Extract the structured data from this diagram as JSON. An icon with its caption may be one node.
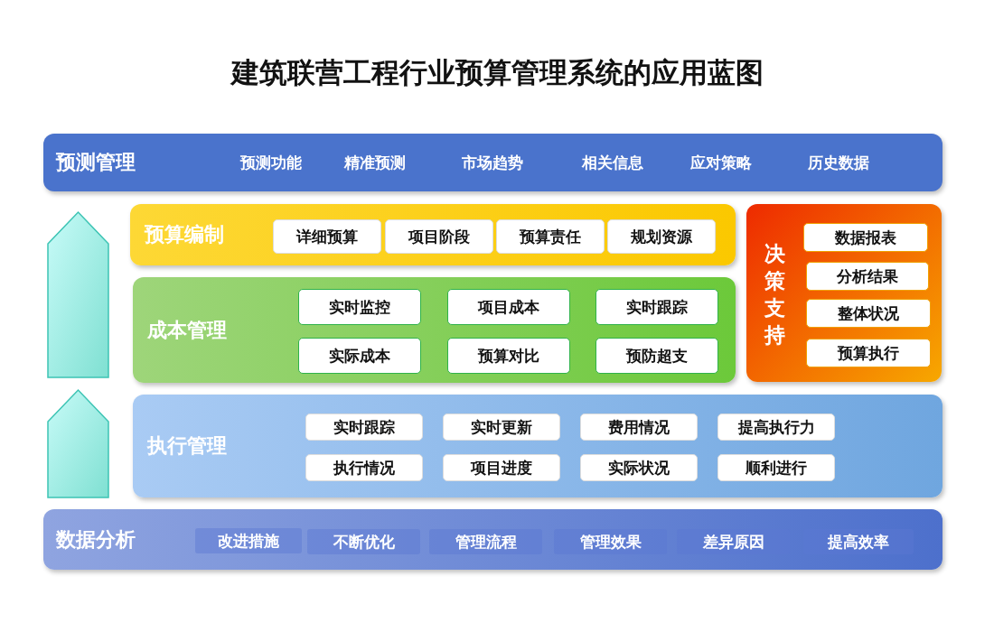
{
  "diagram": {
    "title": "建筑联营工程行业预算管理系统的应用蓝图",
    "nodes": [
      {
        "text": [
          "预测管理",
          "预测功能",
          "精准预测",
          "市场趋势",
          "相关信息",
          "应对策略",
          "历史数据"
        ]
      },
      {
        "text": [
          "预算编制"
        ]
      },
      {
        "text": [
          "详细预算"
        ],
        "in": 1
      },
      {
        "text": [
          "项目阶段"
        ],
        "in": 1
      },
      {
        "text": [
          "预算责任"
        ],
        "in": 1
      },
      {
        "text": [
          "规划资源"
        ],
        "in": 1
      },
      {
        "text": [
          "成本管理"
        ]
      },
      {
        "text": [
          "实时监控"
        ],
        "in": 6
      },
      {
        "text": [
          "项目成本"
        ],
        "in": 6
      },
      {
        "text": [
          "实时跟踪"
        ],
        "in": 6
      },
      {
        "text": [
          "实际成本"
        ],
        "in": 6
      },
      {
        "text": [
          "预算对比"
        ],
        "in": 6
      },
      {
        "text": [
          "预防超支"
        ],
        "in": 6
      },
      {
        "text": [
          "决策支持"
        ]
      },
      {
        "text": [
          "数据报表"
        ],
        "in": 13
      },
      {
        "text": [
          "分析结果"
        ],
        "in": 13
      },
      {
        "text": [
          "整体状况"
        ],
        "in": 13
      },
      {
        "text": [
          "预算执行"
        ],
        "in": 13
      },
      {
        "text": [
          "执行管理"
        ]
      },
      {
        "text": [
          "实时跟踪"
        ],
        "in": 18
      },
      {
        "text": [
          "实时更新"
        ],
        "in": 18
      },
      {
        "text": [
          "费用情况"
        ],
        "in": 18
      },
      {
        "text": [
          "提高执行力"
        ],
        "in": 18
      },
      {
        "text": [
          "执行情况"
        ],
        "in": 18
      },
      {
        "text": [
          "项目进度"
        ],
        "in": 18
      },
      {
        "text": [
          "实际状况"
        ],
        "in": 18
      },
      {
        "text": [
          "顺利进行"
        ],
        "in": 18
      },
      {
        "text": [
          "数据分析"
        ]
      },
      {
        "text": [
          "改进措施"
        ],
        "in": 27
      },
      {
        "text": [
          "不断优化"
        ],
        "in": 27
      },
      {
        "text": [
          "管理流程"
        ],
        "in": 27
      },
      {
        "text": [
          "管理效果"
        ],
        "in": 27
      },
      {
        "text": [
          "差异原因"
        ],
        "in": 27
      },
      {
        "text": [
          "提高效率"
        ],
        "in": 27
      }
    ]
  }
}
